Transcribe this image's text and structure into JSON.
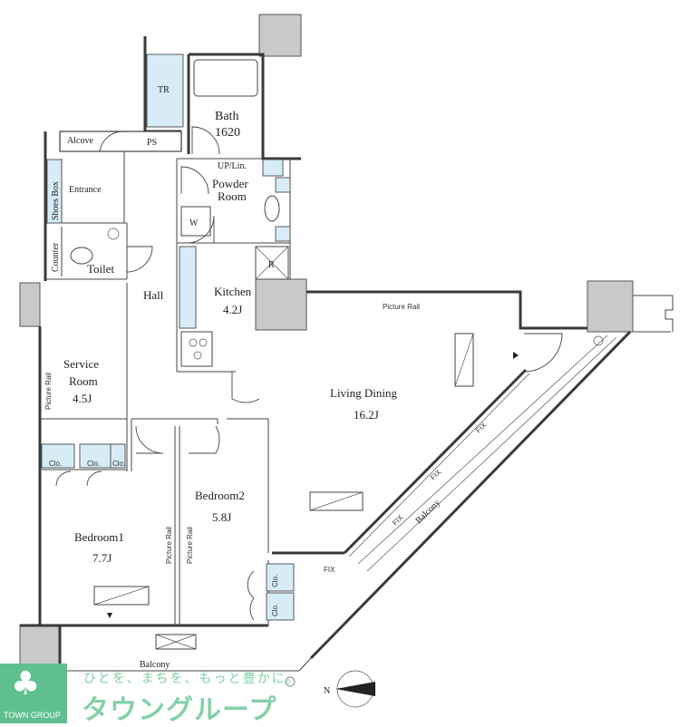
{
  "rooms": {
    "tr": "TR",
    "bath": "Bath",
    "bath_size": "1620",
    "alcove": "Alcove",
    "ps": "PS",
    "up_lin": "UP/Lin.",
    "powder": "Powder",
    "powder2": "Room",
    "shoes_box": "Shoes Box",
    "entrance": "Entrance",
    "w": "W",
    "counter": "Counter",
    "toilet": "Toilet",
    "r": "R",
    "hall": "Hall",
    "kitchen": "Kitchen",
    "kitchen_size": "4.2J",
    "service": "Service",
    "service2": "Room",
    "service_size": "4.5J",
    "living": "Living Dining",
    "living_size": "16.2J",
    "bedroom1": "Bedroom1",
    "bedroom1_size": "7.7J",
    "bedroom2": "Bedroom2",
    "bedroom2_size": "5.8J",
    "balcony_right": "Balcony",
    "balcony_bottom": "Balcony"
  },
  "labels": {
    "picture_rail": "Picture Rail",
    "clo": "Clo.",
    "fix": "FIX"
  },
  "compass": {
    "north": "N"
  },
  "logo": {
    "tagline": "ひとを、まちを、もっと豊かに。",
    "name": "タウングループ",
    "group": "TOWN GROUP"
  },
  "colors": {
    "fixture_blue": "#d7ecf7",
    "brand_green": "#5fbf8f"
  }
}
